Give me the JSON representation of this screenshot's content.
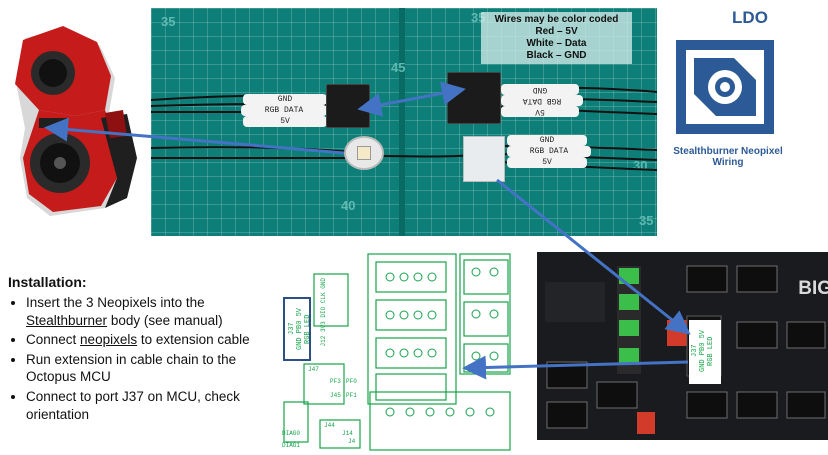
{
  "wire_note": {
    "title": "Wires may be color coded",
    "lines": [
      "Red – 5V",
      "White – Data",
      "Black – GND"
    ]
  },
  "photo": {
    "left_labels": [
      "GND",
      "RGB DATA",
      "5V"
    ],
    "right_labels_top": [
      "GND",
      "RGB DATA",
      "5V"
    ],
    "right_labels_bottom": [
      "GND",
      "RGB DATA",
      "5V"
    ],
    "ruler_numbers": [
      "35",
      "40",
      "45",
      "35",
      "30",
      "35"
    ]
  },
  "logo": {
    "title": "LDO",
    "caption": "Stealthburner Neopixel Wiring"
  },
  "installation": {
    "title": "Installation:",
    "items": [
      {
        "text": "Insert the 3 Neopixels into the ",
        "u": "Stealthburner",
        "after": " body (see manual)"
      },
      {
        "text": "Connect ",
        "u": "neopixels",
        "after": " to extension cable"
      },
      {
        "text": "Run extension in cable chain to the Octopus MCU",
        "u": "",
        "after": ""
      },
      {
        "text": "Connect to port J37 on MCU, check orientation",
        "u": "",
        "after": ""
      }
    ]
  },
  "schematic": {
    "j37_label": "J37",
    "j37_pins": "GND PB0 5V",
    "j37_sub": "RGB LED",
    "labels": [
      "J12",
      "3V3 DIO CLK GND",
      "J47",
      "J44",
      "DIAG0",
      "DIAG1",
      "J14",
      "J4",
      "PF3",
      "J45",
      "PF0",
      "PF1"
    ]
  },
  "board": {
    "brand_text": "BIG",
    "j37_label": "J37",
    "j37_pins": "GND PB0 5V",
    "j37_sub": "RGB LED"
  },
  "colors": {
    "logo_blue": "#2c5a96",
    "arrow_blue": "#4472c4",
    "mat_green": "#0d7f78",
    "schematic_green": "#17a34a",
    "highlight_box": "#2c4f86"
  }
}
